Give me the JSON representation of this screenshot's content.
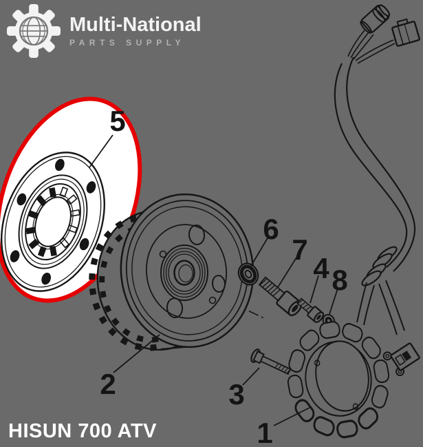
{
  "logo": {
    "icon": "gear-globe-icon",
    "title": "Multi-National",
    "subtitle": "PARTS SUPPLY"
  },
  "footer": {
    "model_text": "HISUN 700 ATV"
  },
  "diagram": {
    "kind": "exploded-parts-line-drawing",
    "subject": "magneto flywheel and stator assembly",
    "highlighted_part": "5",
    "labels": {
      "l1": "1",
      "l2": "2",
      "l3": "3",
      "l4": "4",
      "l5": "5",
      "l6": "6",
      "l7": "7",
      "l8": "8"
    }
  },
  "colors": {
    "background": "#6a6a6a",
    "line_art": "#161616",
    "highlight_ring": "#e60000",
    "highlight_fill": "#ffffff",
    "logo_text": "#f3f3f3",
    "logo_subtext": "#b3b3b3",
    "footer_text": "#ffffff"
  }
}
